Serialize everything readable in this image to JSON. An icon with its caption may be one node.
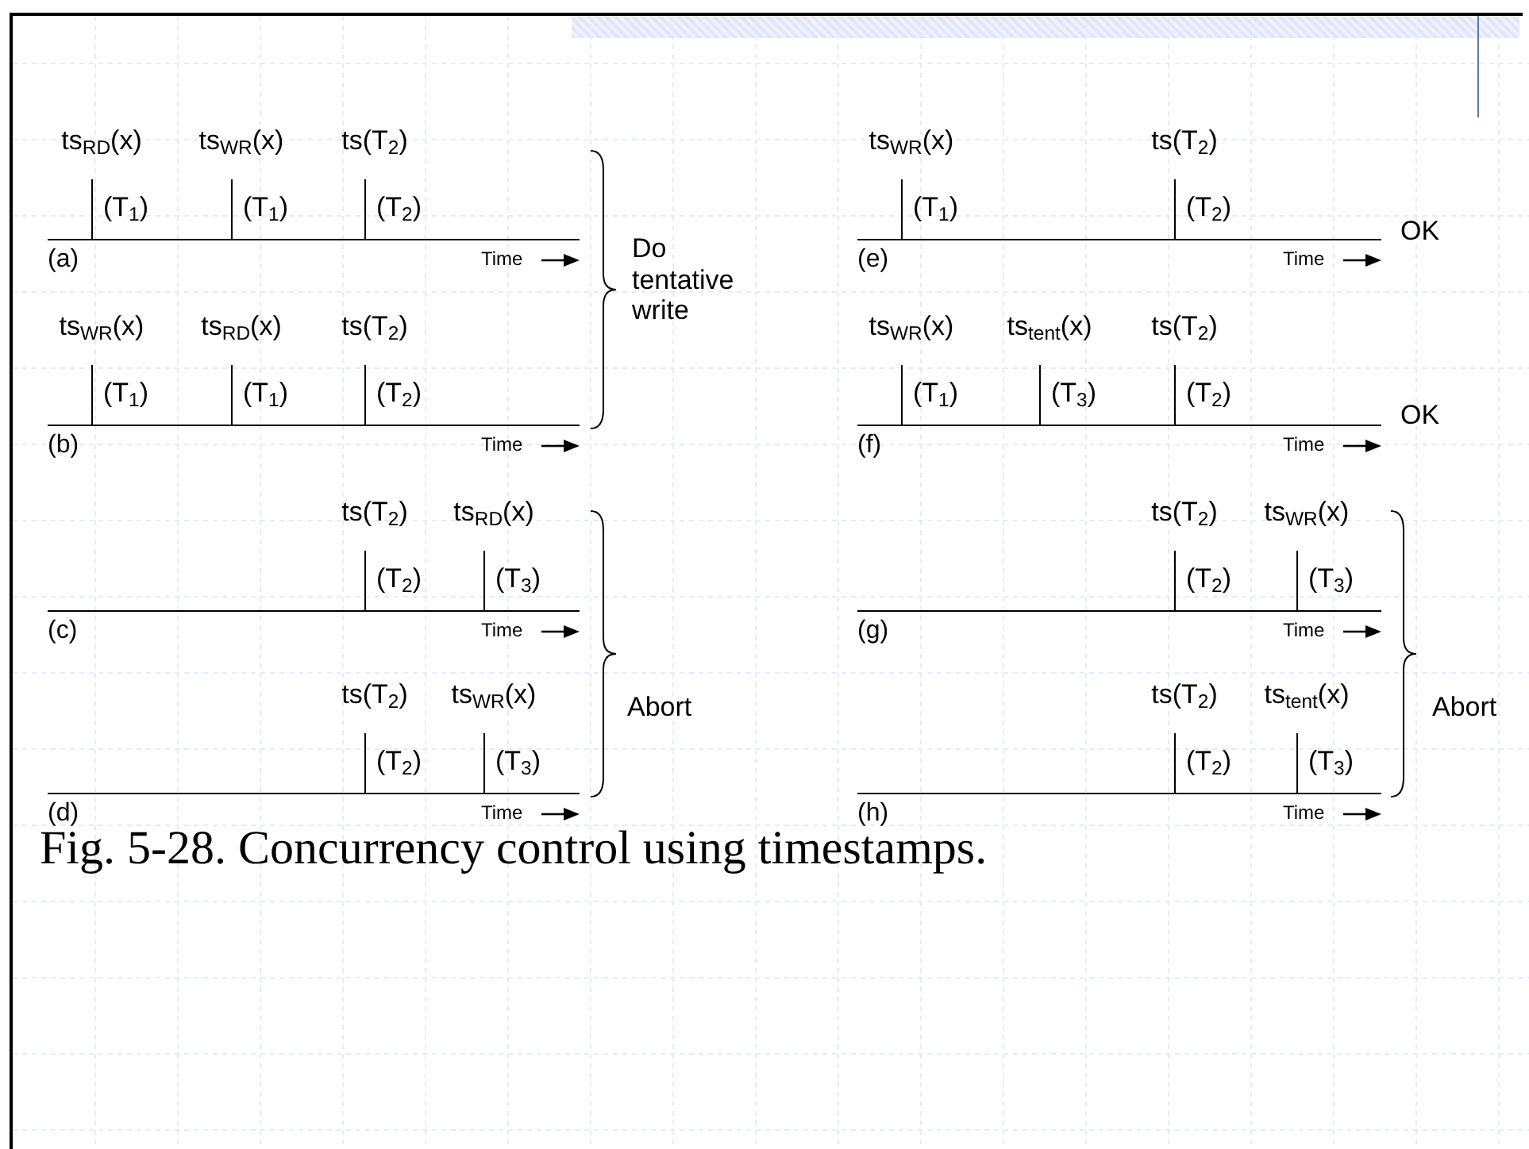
{
  "diagram": {
    "caption": "Fig. 5-28. Concurrency control using timestamps.",
    "labels": [
      "ts$_{RD}$(x)",
      "ts$_{WR}$(x)",
      "ts(T$_{2}$)",
      "(T$_{1}$)",
      "(T$_{1}$)",
      "(T$_{2}$)",
      "(a)",
      "Time",
      "ts$_{WR}$(x)",
      "ts$_{RD}$(x)",
      "ts(T$_{2}$)",
      "(T$_{1}$)",
      "(T$_{1}$)",
      "(T$_{2}$)",
      "(b)",
      "Time",
      "Do tentative write",
      "ts$_{WR}$(x)",
      "ts(T$_{2}$)",
      "(T$_{1}$)",
      "(T$_{2}$)",
      "(e)",
      "Time",
      "OK",
      "ts$_{WR}$(x)",
      "ts$_{tent}$(x)",
      "ts(T$_{2}$)",
      "(T$_{1}$)",
      "(T$_{3}$)",
      "(T$_{2}$)",
      "(f)",
      "Time",
      "OK",
      "ts(T$_{2}$)",
      "ts$_{RD}$(x)",
      "(T$_{2}$)",
      "(T$_{3}$)",
      "(c)",
      "Time",
      "ts(T$_{2}$)",
      "ts$_{WR}$(x)",
      "(T$_{2}$)",
      "(T$_{3}$)",
      "(d)",
      "Time",
      "Abort",
      "ts(T$_{2}$)",
      "ts$_{WR}$(x)",
      "(T$_{2}$)",
      "(T$_{3}$)",
      "(g)",
      "Time",
      "ts(T$_{2}$)",
      "ts$_{tent}$(x)",
      "(T$_{2}$)",
      "(T$_{3}$)",
      "(h)",
      "Time",
      "Abort"
    ]
  }
}
